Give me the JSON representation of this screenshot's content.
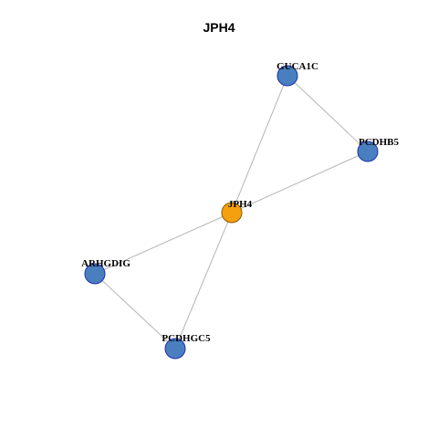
{
  "title": "JPH4",
  "colors": {
    "center_fill": "#F5A00F",
    "center_stroke": "#8B5A00",
    "neighbor_fill": "#4A7FBF",
    "neighbor_stroke": "#1D2FB0",
    "edge": "#B5B5B5"
  },
  "nodes": [
    {
      "id": "GUCA1C",
      "label": "GUCA1C",
      "role": "neighbor"
    },
    {
      "id": "PCDHB5",
      "label": "PCDHB5",
      "role": "neighbor"
    },
    {
      "id": "JPH4",
      "label": "JPH4",
      "role": "center"
    },
    {
      "id": "ARHGDIG",
      "label": "ARHGDIG",
      "role": "neighbor"
    },
    {
      "id": "PCDHGC5",
      "label": "PCDHGC5",
      "role": "neighbor"
    }
  ],
  "edges": [
    [
      "GUCA1C",
      "PCDHB5"
    ],
    [
      "GUCA1C",
      "JPH4"
    ],
    [
      "PCDHB5",
      "JPH4"
    ],
    [
      "JPH4",
      "ARHGDIG"
    ],
    [
      "JPH4",
      "PCDHGC5"
    ],
    [
      "ARHGDIG",
      "PCDHGC5"
    ]
  ]
}
